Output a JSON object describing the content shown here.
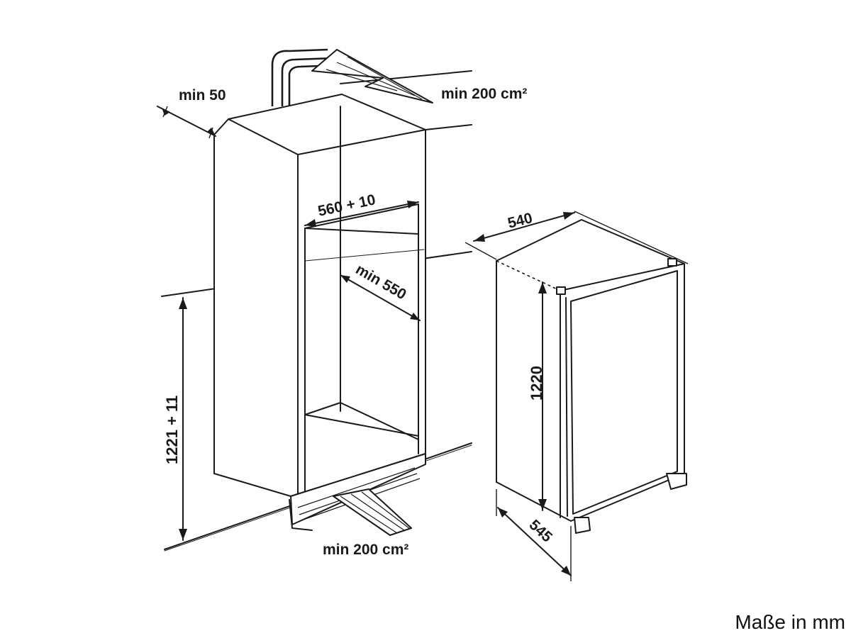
{
  "labels": {
    "min_gap_top": "min 50",
    "vent_top": "min 200 cm²",
    "niche_width": "560 + 10",
    "niche_depth": "min 550",
    "niche_height": "1221 + 11",
    "vent_bottom": "min 200 cm²",
    "appliance_width": "540",
    "appliance_height": "1220",
    "appliance_depth": "545"
  },
  "footer": {
    "units": "Maße in mm"
  }
}
